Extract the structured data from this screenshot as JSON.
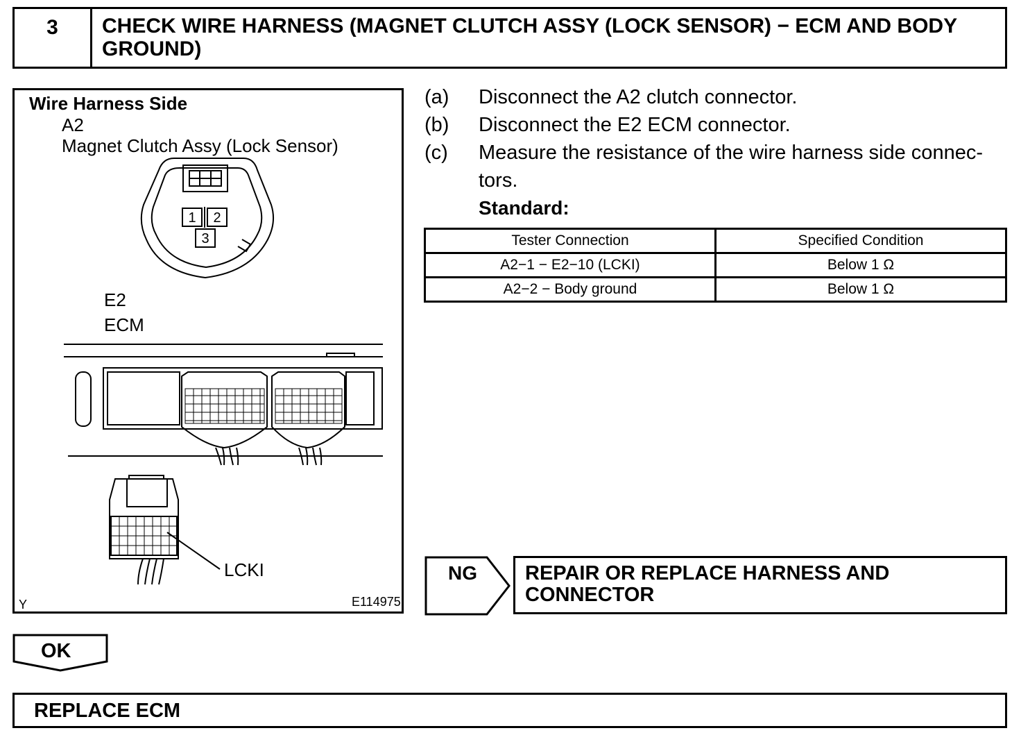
{
  "step": {
    "number": "3",
    "title": "CHECK WIRE HARNESS (MAGNET CLUTCH ASSY (LOCK SENSOR) − ECM AND BODY GROUND)"
  },
  "illustration": {
    "title": "Wire Harness Side",
    "connector_a2_id": "A2",
    "connector_a2_desc": "Magnet Clutch Assy (Lock Sensor)",
    "pins": [
      "1",
      "2",
      "3"
    ],
    "connector_e2_id": "E2",
    "connector_e2_desc": "ECM",
    "terminal_label": "LCKI",
    "corner_mark": "Y",
    "figure_code": "E114975"
  },
  "steps": [
    {
      "letter": "(a)",
      "text": "Disconnect the A2 clutch connector."
    },
    {
      "letter": "(b)",
      "text": "Disconnect the E2 ECM connector."
    },
    {
      "letter": "(c)",
      "text": "Measure the resistance of the wire harness side connec-",
      "continuation": "tors."
    }
  ],
  "standard_label": "Standard:",
  "table": {
    "headers": [
      "Tester Connection",
      "Specified Condition"
    ],
    "rows": [
      [
        "A2−1 − E2−10 (LCKI)",
        "Below 1 Ω"
      ],
      [
        "A2−2 − Body ground",
        "Below 1 Ω"
      ]
    ]
  },
  "ng": {
    "label": "NG",
    "action": "REPAIR OR REPLACE HARNESS AND CONNECTOR"
  },
  "ok": {
    "label": "OK",
    "action": "REPLACE ECM"
  }
}
